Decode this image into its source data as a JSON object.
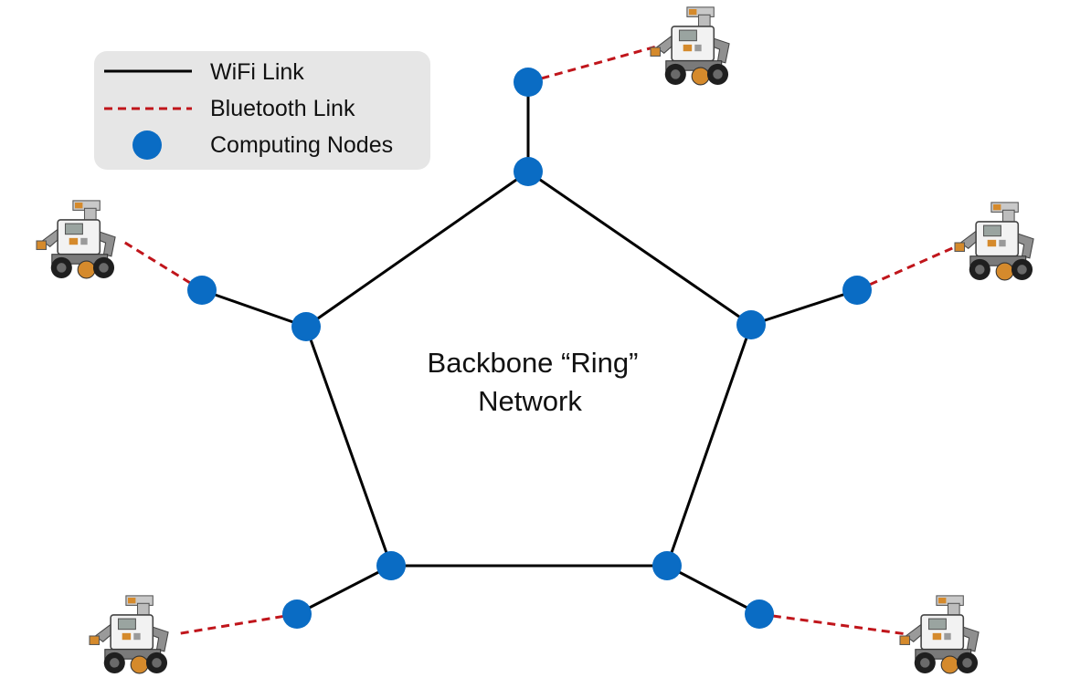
{
  "legend": {
    "wifi_label": "WiFi Link",
    "bluetooth_label": "Bluetooth Link",
    "node_label": "Computing Nodes"
  },
  "center_label": {
    "line1": "Backbone “Ring”",
    "line2": "Network"
  },
  "colors": {
    "node": "#0a6cc4",
    "wifi_link": "#000000",
    "bluetooth_link": "#c0151b",
    "legend_background": "#e6e6e6"
  },
  "icons": {
    "robot": "lego-nxt-robot-icon"
  }
}
